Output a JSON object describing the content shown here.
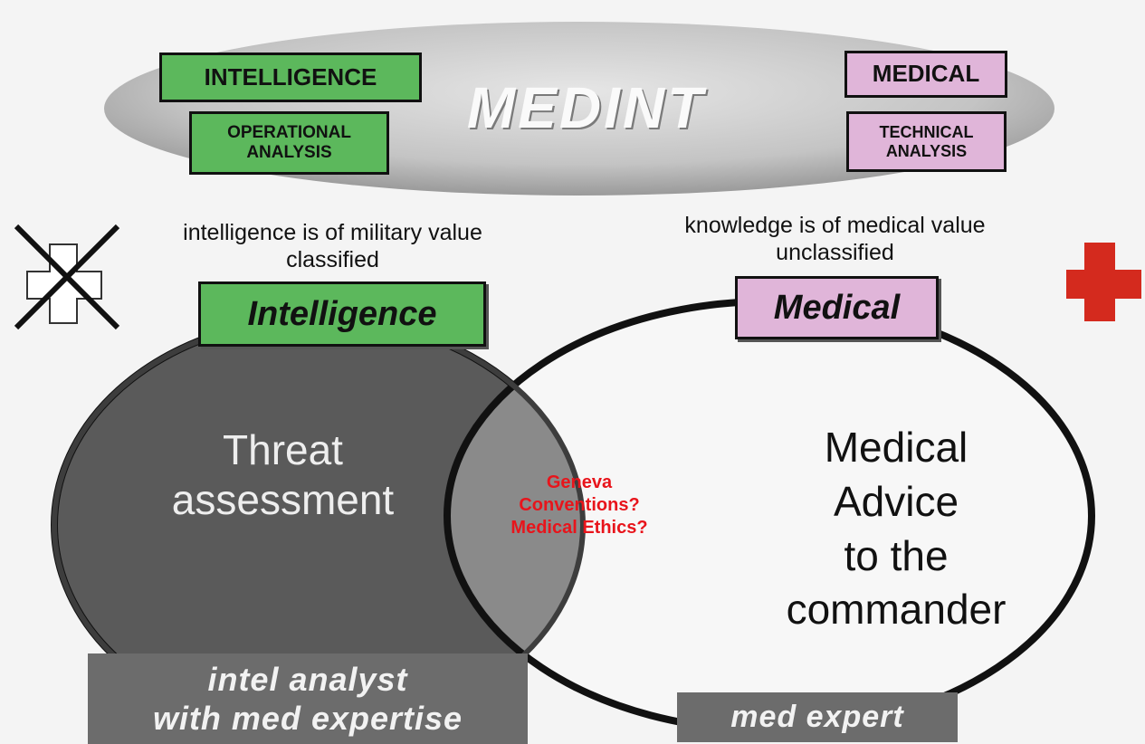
{
  "header": {
    "title": "MEDINT",
    "left_tags": [
      "INTELLIGENCE",
      "OPERATIONAL ANALYSIS"
    ],
    "right_tags": [
      "MEDICAL",
      "TECHNICAL ANALYSIS"
    ]
  },
  "left_caption": {
    "line1": "intelligence is of military value",
    "line2": "classified"
  },
  "right_caption": {
    "line1": "knowledge is of medical value",
    "line2": "unclassified"
  },
  "venn": {
    "left_label": "Intelligence",
    "right_label": "Medical",
    "left_text": [
      "Threat",
      "assessment"
    ],
    "overlap_text": [
      "Geneva",
      "Conventions?",
      "Medical Ethics?"
    ],
    "right_text": [
      "Medical",
      "Advice",
      "to the",
      "commander"
    ]
  },
  "footer": {
    "left_box": [
      "intel analyst",
      "with med expertise"
    ],
    "right_box": "med expert"
  },
  "colors": {
    "green": "#5cb85c",
    "pink": "#e0b5d9",
    "red_cross": "#d42a1e",
    "overlap_text": "#e8141b",
    "left_circle": "#5a5a5a",
    "overlap": "#8a8a8a"
  },
  "icons": {
    "left": "crossed-out-cross-icon",
    "right": "red-cross-icon"
  }
}
